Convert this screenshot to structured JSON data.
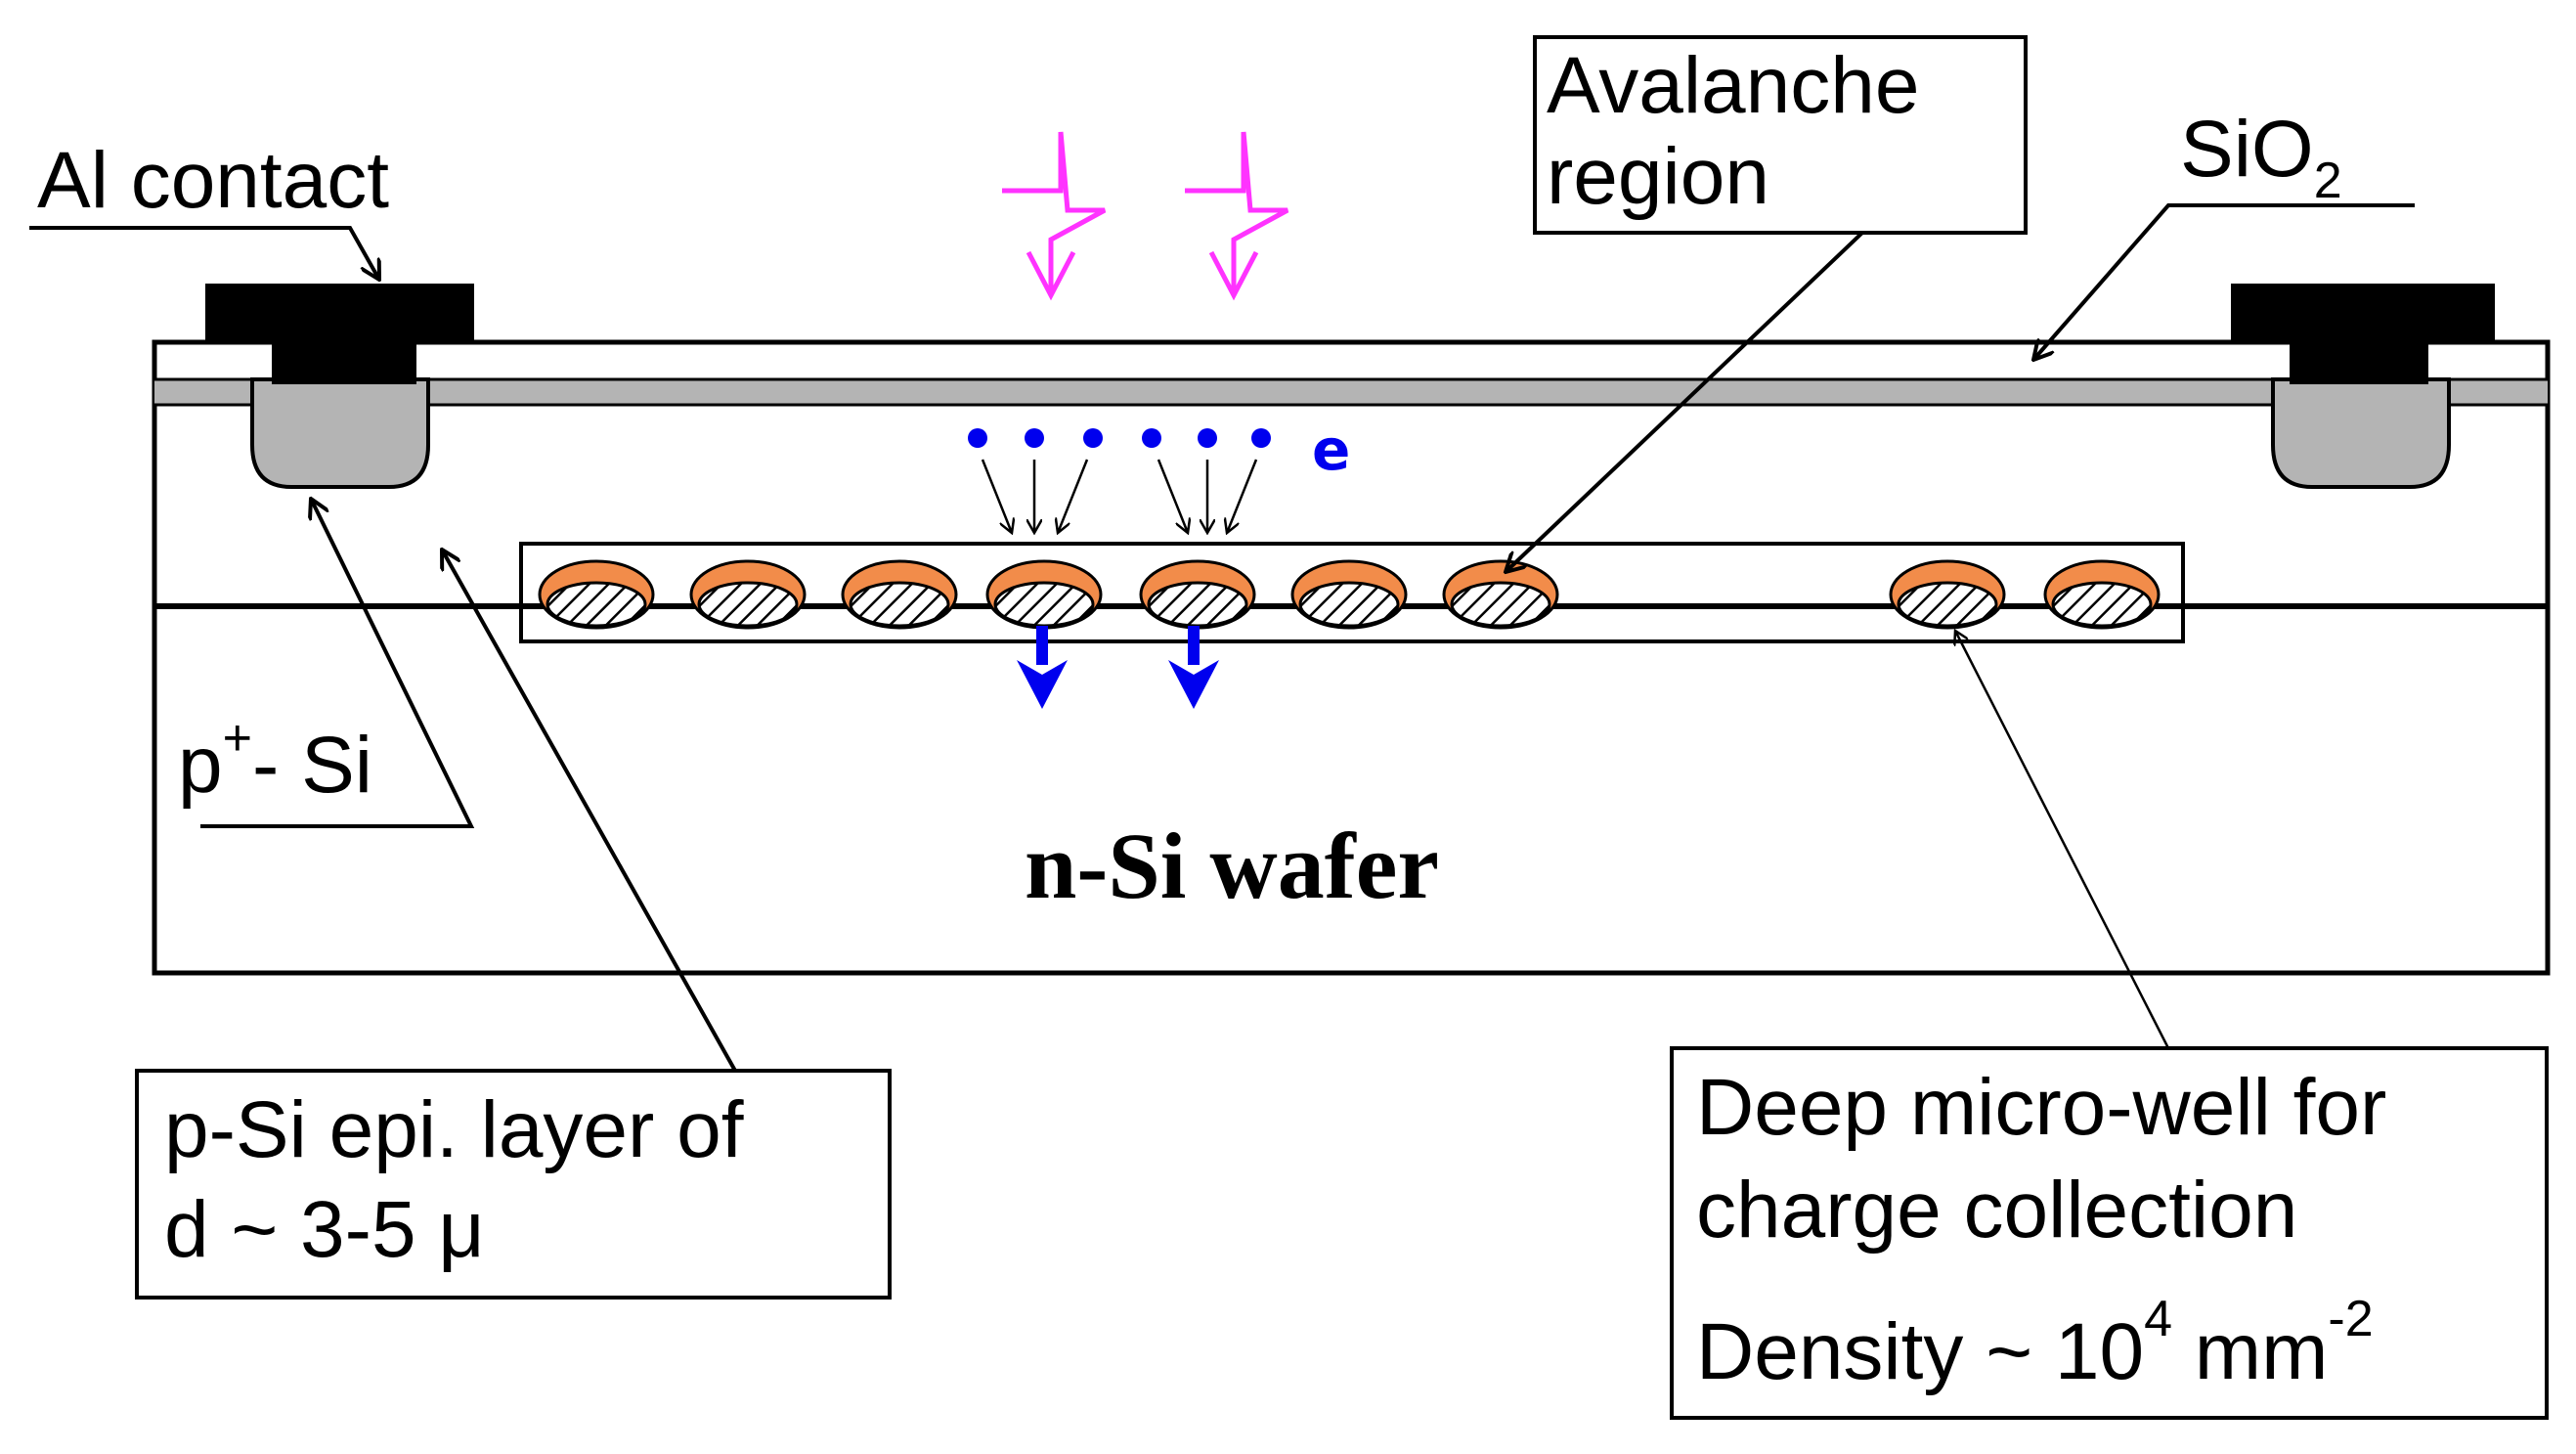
{
  "labels": {
    "al_contact": "Al contact",
    "sio2_main": "SiO",
    "sio2_sub": "2",
    "avalanche_line1": "Avalanche",
    "avalanche_line2": "region",
    "electron": "e",
    "p_plus_si_prefix": "p",
    "p_plus_si_sup": "+",
    "p_plus_si_suffix": "- Si",
    "wafer": "n-Si wafer",
    "epi_line1": "p-Si epi. layer of",
    "epi_line2": "d ~ 3-5 μ",
    "well_line1": "Deep micro-well for",
    "well_line2": "charge collection",
    "density_prefix": "Density ~ 10",
    "density_sup1": "4",
    "density_mid": " mm",
    "density_sup2": "-2"
  },
  "colors": {
    "oxide_gray": "#b4b4b4",
    "contact_black": "#000000",
    "photon_magenta": "#ff33ff",
    "electron_blue": "#0000ee",
    "avalanche_orange": "#f28c4a"
  }
}
